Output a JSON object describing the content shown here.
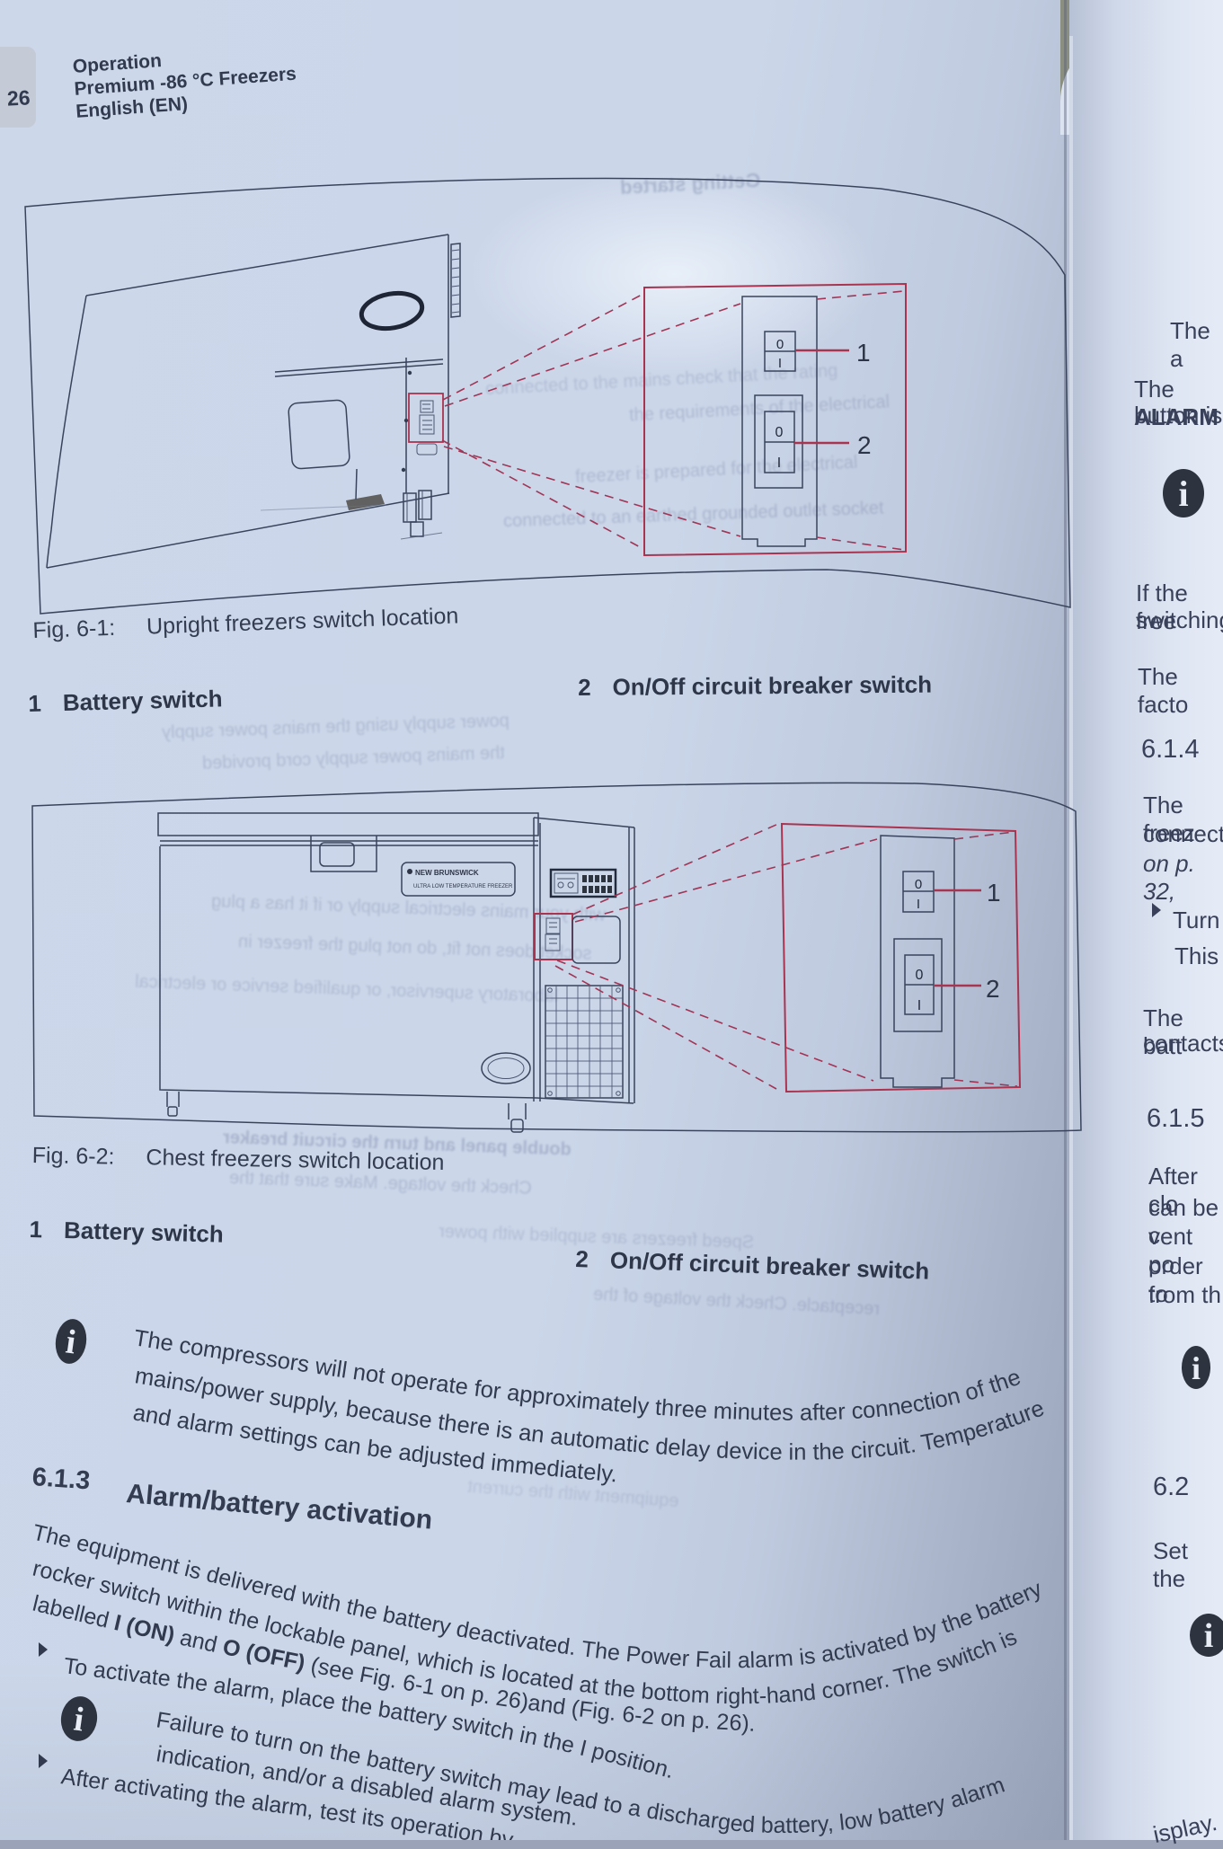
{
  "page": {
    "number": "26",
    "header_line1": "Operation",
    "header_line2": "Premium -86 °C Freezers",
    "header_line3": "English (EN)"
  },
  "fig1": {
    "caption_label": "Fig. 6-1:",
    "caption_text": "Upright freezers switch location",
    "legend1_num": "1",
    "legend1_text": "Battery switch",
    "legend2_num": "2",
    "legend2_text": "On/Off circuit breaker switch",
    "callout_label1": "1",
    "callout_label2": "2"
  },
  "fig2": {
    "caption_label": "Fig. 6-2:",
    "caption_text": "Chest freezers switch location",
    "legend1_num": "1",
    "legend1_text": "Battery switch",
    "legend2_num": "2",
    "legend2_text": "On/Off circuit breaker switch",
    "callout_label1": "1",
    "callout_label2": "2",
    "brand_line1": "NEW BRUNSWICK",
    "brand_line2": "ULTRA LOW TEMPERATURE FREEZER"
  },
  "switch": {
    "off": "0",
    "on": "I"
  },
  "note1": {
    "line1": "The compressors will not operate for approximately three minutes after connection of the",
    "line2": "mains/power supply, because there is an automatic delay device in the circuit. Temperature",
    "line3": "and alarm settings can be adjusted immediately."
  },
  "section613": {
    "number": "6.1.3",
    "title": "Alarm/battery activation",
    "para_line1": "The equipment is delivered with the battery deactivated. The Power Fail alarm is activated by the battery",
    "para_line2": "rocker switch within the lockable panel, which is located at the bottom right-hand corner. The switch is",
    "para_line3_seg1": "labelled ",
    "para_line3_seg2": "I (ON)",
    "para_line3_seg3": " and ",
    "para_line3_seg4": "O (OFF)",
    "para_line3_seg5": " (see Fig. 6-1 on p. 26)and (Fig. 6-2 on p. 26).",
    "bullet1": "To activate the alarm, place the battery switch in the I position.",
    "bullet2": "After activating the alarm, test its operation by"
  },
  "note2": {
    "line1": "Failure to turn on the battery switch may lead to a discharged battery, low battery alarm",
    "line2": "indication, and/or a disabled alarm system."
  },
  "right_page": {
    "frag_the_a": "The a",
    "frag_alarm_pre": "The ",
    "frag_alarm_bold": "ALARM",
    "frag_button_is": "button is",
    "frag_if_the": "If the free",
    "frag_switching": "switching",
    "frag_the_facto": "The facto",
    "sec_614": "6.1.4",
    "frag_the_free": "The freez",
    "frag_connecti": "connectio",
    "frag_on_p32": "on p. 32,",
    "frag_turn": "Turn",
    "frag_this": "This",
    "frag_the_bat": "The batt",
    "frag_contacts": "contacts",
    "sec_615": "6.1.5",
    "frag_after_cl": "After clo",
    "frag_can_be": "can be c",
    "frag_vent_po": "vent po",
    "frag_order_to": "order to",
    "frag_from_th": "from th",
    "sec_62": "6.2",
    "frag_set_the": "Set the",
    "frag_isplay": "isplay."
  },
  "ghosts": [
    "Getting started",
    "connected to the mains check that the rating",
    "the requirements of the electrical",
    "freezer is prepared for the electrical",
    "connected to an earthed grounded outlet socket",
    "power supply using the mains power supply",
    "the mains power supply cord provided",
    "with your mains electrical supply or if it has a plug",
    "socket does not fit, do not plug the freezer in",
    "laboratory supervisor, or qualified service or electrical",
    "double panel and turn the circuit breaker",
    "Check the voltage. Make sure that the",
    "Speed freezers are supplied with power",
    "receptacle. Check the voltage of the",
    "equipment with the current"
  ]
}
